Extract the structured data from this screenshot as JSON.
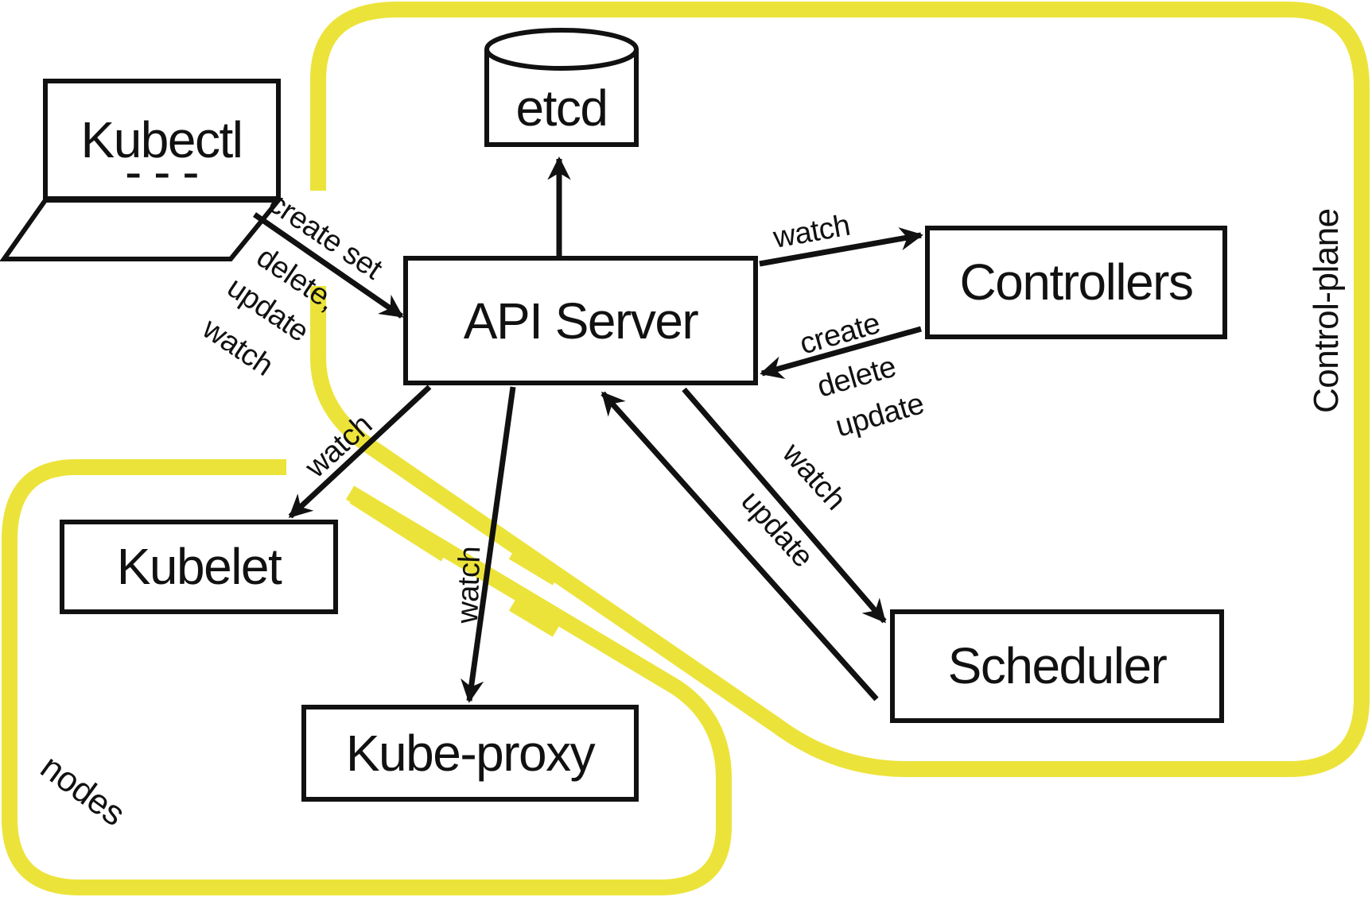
{
  "groups": {
    "control_plane": "Control-plane",
    "nodes": "nodes"
  },
  "components": {
    "kubectl": "Kubectl",
    "kubectl_dashes": "- - -",
    "etcd": "etcd",
    "api_server": "API Server",
    "controllers": "Controllers",
    "kubelet": "Kubelet",
    "kube_proxy": "Kube-proxy",
    "scheduler": "Scheduler"
  },
  "edges": {
    "kubectl_to_api": [
      "create set",
      "delete,",
      "update",
      "watch"
    ],
    "api_to_controllers": "watch",
    "controllers_to_api": [
      "create",
      "delete",
      "update"
    ],
    "api_to_kubelet": "watch",
    "api_to_kubeproxy": "watch",
    "api_to_scheduler": "watch",
    "scheduler_to_api": "update"
  },
  "colors": {
    "group_outline": "#ece33a",
    "ink": "#111111"
  }
}
